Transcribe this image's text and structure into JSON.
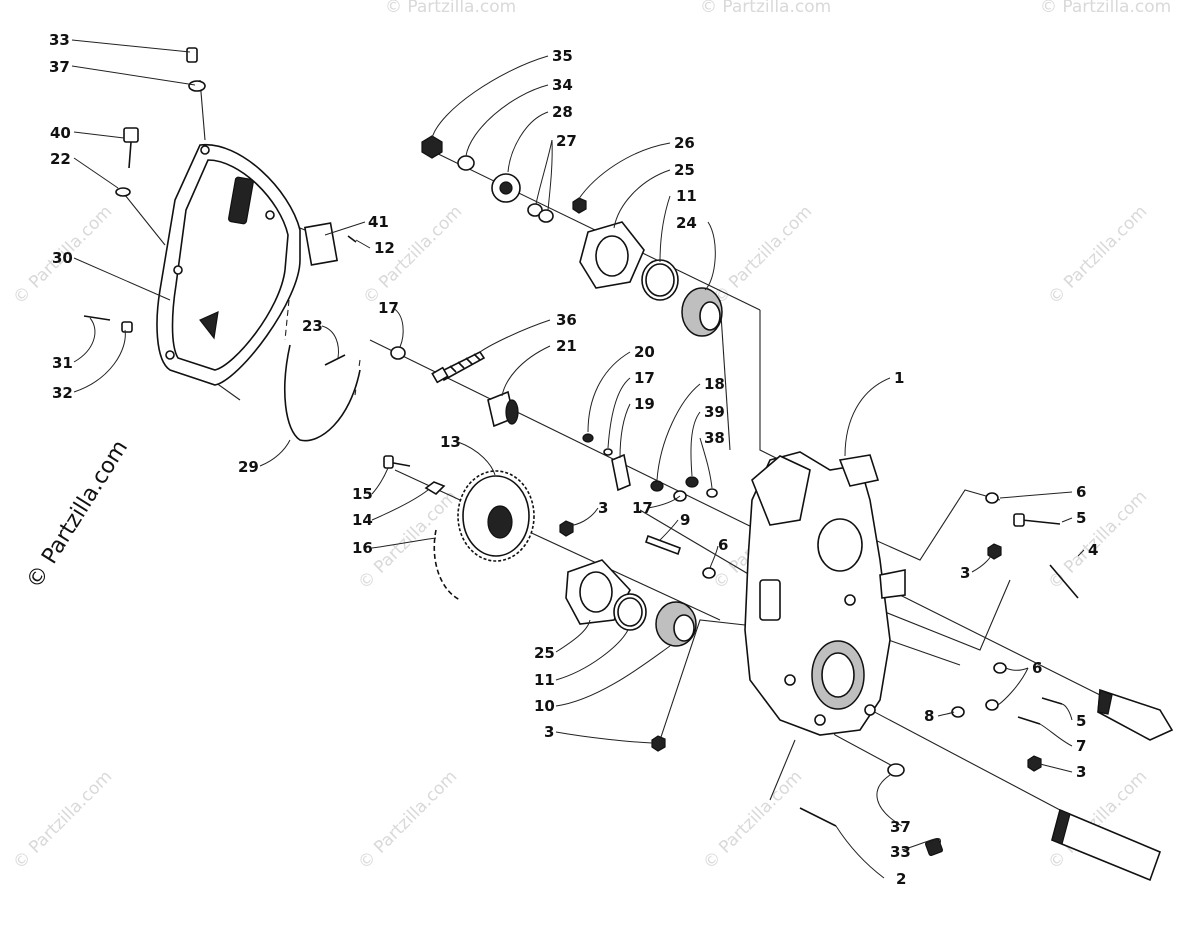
{
  "watermark": {
    "vertical": "© Partzilla.com",
    "tile": "© Partzilla.com"
  },
  "callouts": [
    {
      "id": "c33a",
      "text": "33"
    },
    {
      "id": "c37a",
      "text": "37"
    },
    {
      "id": "c40",
      "text": "40"
    },
    {
      "id": "c22",
      "text": "22"
    },
    {
      "id": "c30",
      "text": "30"
    },
    {
      "id": "c31",
      "text": "31"
    },
    {
      "id": "c32",
      "text": "32"
    },
    {
      "id": "c29",
      "text": "29"
    },
    {
      "id": "c23",
      "text": "23"
    },
    {
      "id": "c41",
      "text": "41"
    },
    {
      "id": "c12",
      "text": "12"
    },
    {
      "id": "c17a",
      "text": "17"
    },
    {
      "id": "c35",
      "text": "35"
    },
    {
      "id": "c34",
      "text": "34"
    },
    {
      "id": "c28",
      "text": "28"
    },
    {
      "id": "c27",
      "text": "27"
    },
    {
      "id": "c26",
      "text": "26"
    },
    {
      "id": "c25a",
      "text": "25"
    },
    {
      "id": "c11a",
      "text": "11"
    },
    {
      "id": "c24",
      "text": "24"
    },
    {
      "id": "c36",
      "text": "36"
    },
    {
      "id": "c21",
      "text": "21"
    },
    {
      "id": "c20",
      "text": "20"
    },
    {
      "id": "c17b",
      "text": "17"
    },
    {
      "id": "c19",
      "text": "19"
    },
    {
      "id": "c18",
      "text": "18"
    },
    {
      "id": "c39",
      "text": "39"
    },
    {
      "id": "c38",
      "text": "38"
    },
    {
      "id": "c17c",
      "text": "17"
    },
    {
      "id": "c1",
      "text": "1"
    },
    {
      "id": "c13",
      "text": "13"
    },
    {
      "id": "c15",
      "text": "15"
    },
    {
      "id": "c14",
      "text": "14"
    },
    {
      "id": "c16",
      "text": "16"
    },
    {
      "id": "c3a",
      "text": "3"
    },
    {
      "id": "c9",
      "text": "9"
    },
    {
      "id": "c6a",
      "text": "6"
    },
    {
      "id": "c25b",
      "text": "25"
    },
    {
      "id": "c11b",
      "text": "11"
    },
    {
      "id": "c10",
      "text": "10"
    },
    {
      "id": "c3b",
      "text": "3"
    },
    {
      "id": "c6b",
      "text": "6"
    },
    {
      "id": "c5a",
      "text": "5"
    },
    {
      "id": "c3c",
      "text": "3"
    },
    {
      "id": "c4",
      "text": "4"
    },
    {
      "id": "c6c",
      "text": "6"
    },
    {
      "id": "c5b",
      "text": "5"
    },
    {
      "id": "c8",
      "text": "8"
    },
    {
      "id": "c7",
      "text": "7"
    },
    {
      "id": "c3d",
      "text": "3"
    },
    {
      "id": "c37b",
      "text": "37"
    },
    {
      "id": "c33b",
      "text": "33"
    },
    {
      "id": "c2",
      "text": "2"
    }
  ]
}
